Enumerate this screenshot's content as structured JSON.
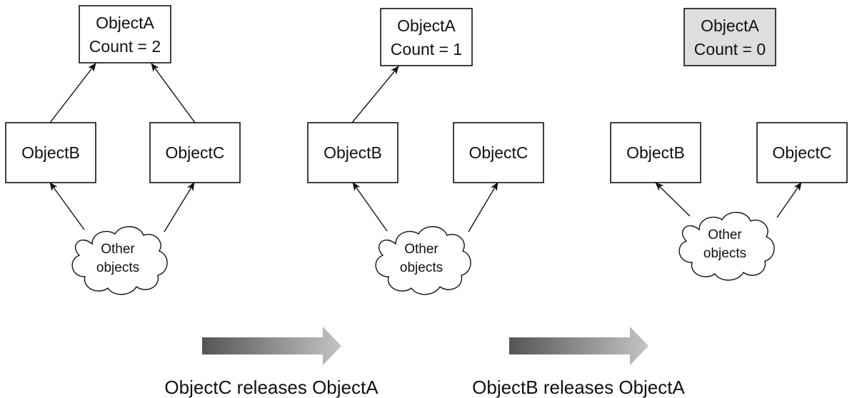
{
  "colors": {
    "box_fill": "#ffffff",
    "freed_box_fill": "#dedede",
    "stroke": "#111111",
    "transition_arrow_dark": "#555555",
    "transition_arrow_light": "#c4c4c4"
  },
  "stages": [
    {
      "object_a": {
        "name": "ObjectA",
        "count": "Count = 2",
        "released": false
      },
      "object_b": {
        "name": "ObjectB"
      },
      "object_c": {
        "name": "ObjectC"
      },
      "cloud": {
        "line1": "Other",
        "line2": "objects"
      },
      "references": [
        "ObjectB -> ObjectA",
        "ObjectC -> ObjectA",
        "Other objects -> ObjectB",
        "Other objects -> ObjectC"
      ]
    },
    {
      "object_a": {
        "name": "ObjectA",
        "count": "Count = 1",
        "released": false
      },
      "object_b": {
        "name": "ObjectB"
      },
      "object_c": {
        "name": "ObjectC"
      },
      "cloud": {
        "line1": "Other",
        "line2": "objects"
      },
      "references": [
        "ObjectB -> ObjectA",
        "Other objects -> ObjectB",
        "Other objects -> ObjectC"
      ]
    },
    {
      "object_a": {
        "name": "ObjectA",
        "count": "Count = 0",
        "released": true
      },
      "object_b": {
        "name": "ObjectB"
      },
      "object_c": {
        "name": "ObjectC"
      },
      "cloud": {
        "line1": "Other",
        "line2": "objects"
      },
      "references": [
        "Other objects -> ObjectB",
        "Other objects -> ObjectC"
      ]
    }
  ],
  "transitions": [
    {
      "caption": "ObjectC releases ObjectA"
    },
    {
      "caption": "ObjectB releases ObjectA"
    }
  ]
}
